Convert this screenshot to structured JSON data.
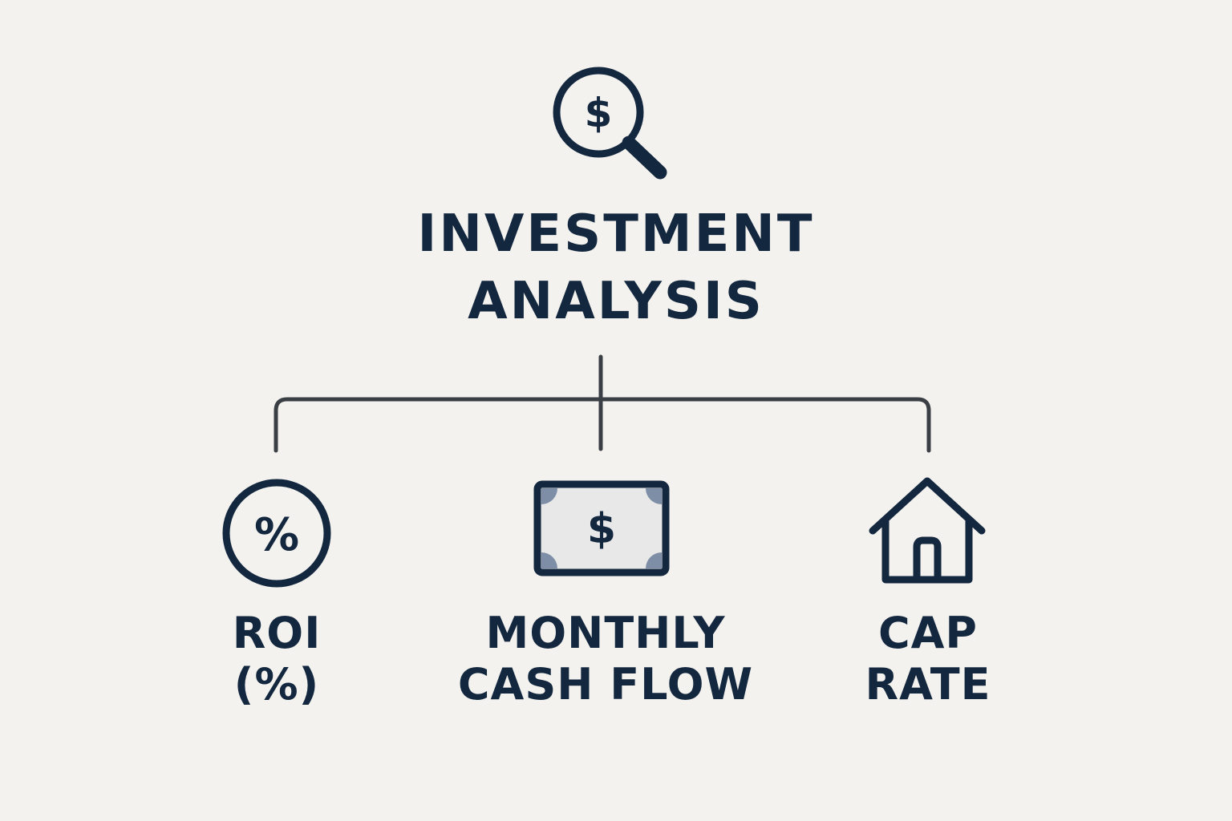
{
  "title": {
    "line1": "INVESTMENT",
    "line2": "ANALYSIS"
  },
  "root_icon": "dollar-search-icon",
  "colors": {
    "background": "#f3f2ee",
    "ink": "#13273f",
    "connector": "#3a3f45",
    "bill_fill": "#e8e8e8",
    "bill_corner": "#7d8ea6"
  },
  "children": [
    {
      "id": "roi",
      "icon": "percent-circle-icon",
      "label_line1": "ROI",
      "label_line2": "(%)"
    },
    {
      "id": "monthly-cash-flow",
      "icon": "dollar-bill-icon",
      "label_line1": "MONTHLY",
      "label_line2": "CASH FLOW"
    },
    {
      "id": "cap-rate",
      "icon": "house-icon",
      "label_line1": "CAP",
      "label_line2": "RATE"
    }
  ]
}
